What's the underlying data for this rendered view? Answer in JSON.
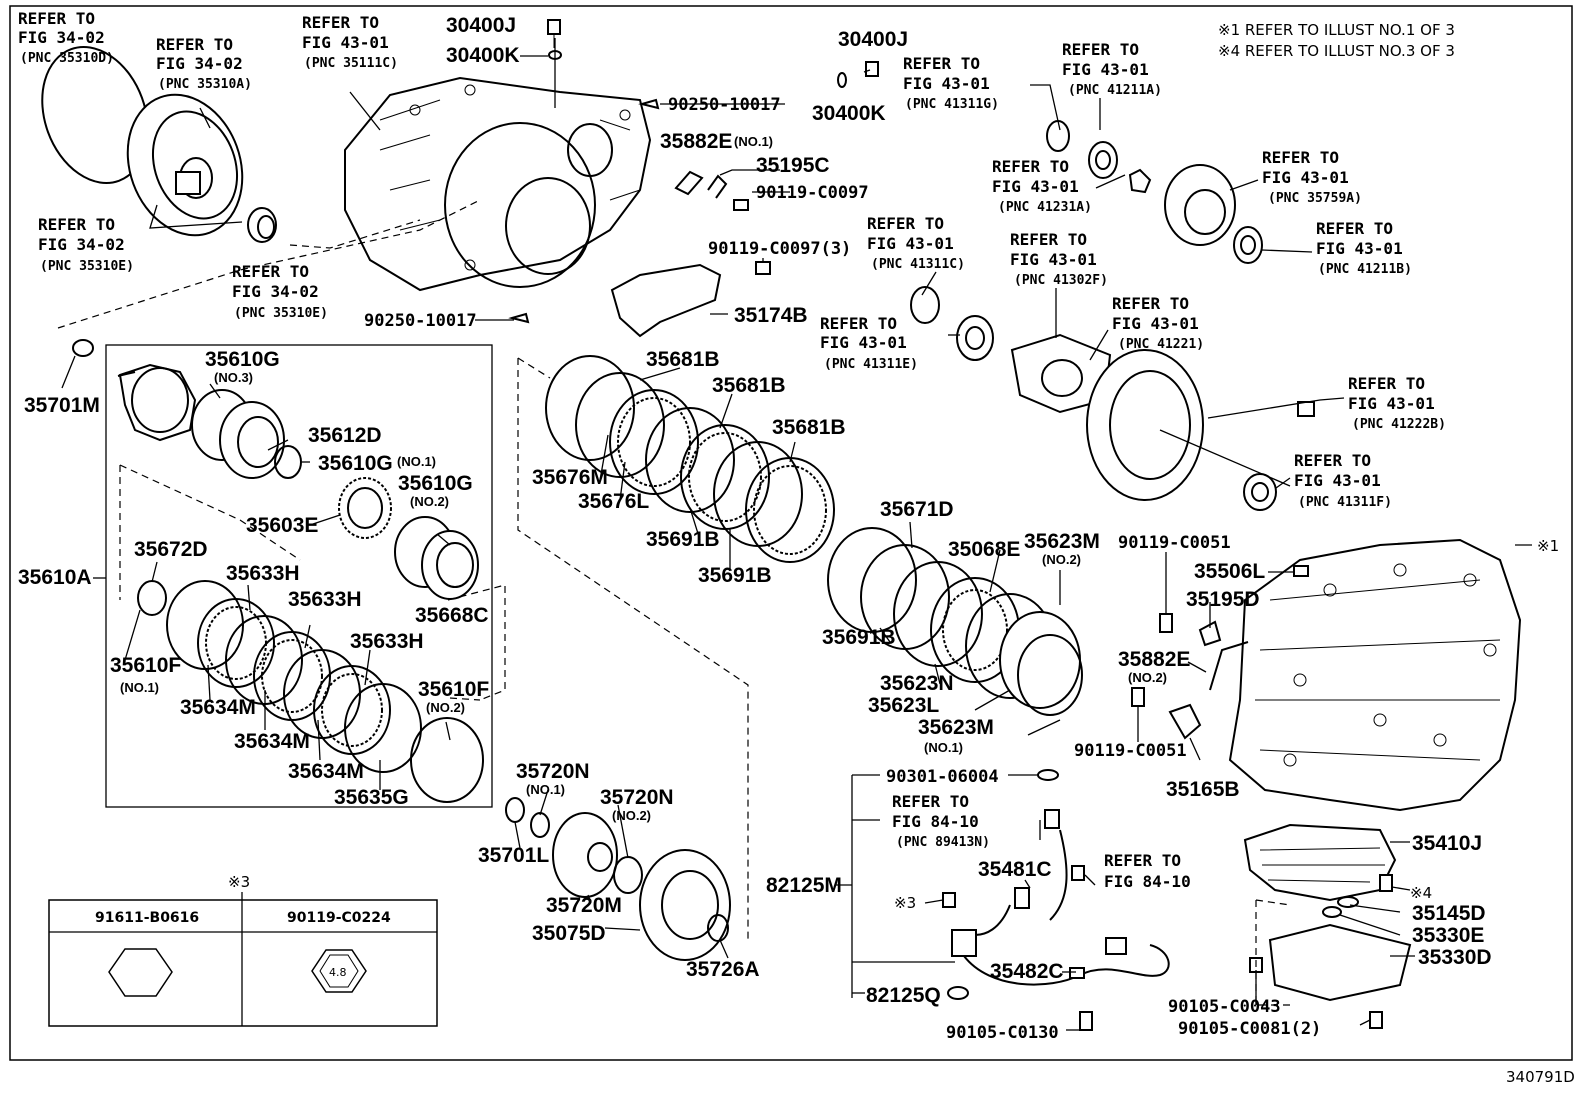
{
  "notes": {
    "n1": "※1 REFER TO ILLUST NO.1 OF 3",
    "n4": "※4 REFER TO ILLUST NO.3 OF 3",
    "side_marker": "※1",
    "diagram_id": "340791D"
  },
  "refs": [
    {
      "l1": "REFER TO",
      "l2": "FIG 34-02",
      "l3": "(PNC 35310D)"
    },
    {
      "l1": "REFER TO",
      "l2": "FIG 34-02",
      "l3": "(PNC 35310A)"
    },
    {
      "l1": "REFER TO",
      "l2": "FIG 43-01",
      "l3": "(PNC 35111C)"
    },
    {
      "l1": "REFER TO",
      "l2": "FIG 34-02",
      "l3": "(PNC 35310E)"
    },
    {
      "l1": "REFER TO",
      "l2": "FIG 34-02",
      "l3": "(PNC 35310E)"
    },
    {
      "l1": "REFER TO",
      "l2": "FIG 43-01",
      "l3": "(PNC 41311G)"
    },
    {
      "l1": "REFER TO",
      "l2": "FIG 43-01",
      "l3": "(PNC 41211A)"
    },
    {
      "l1": "REFER TO",
      "l2": "FIG 43-01",
      "l3": "(PNC 41231A)"
    },
    {
      "l1": "REFER TO",
      "l2": "FIG 43-01",
      "l3": "(PNC 35759A)"
    },
    {
      "l1": "REFER TO",
      "l2": "FIG 43-01",
      "l3": "(PNC 41211B)"
    },
    {
      "l1": "REFER TO",
      "l2": "FIG 43-01",
      "l3": "(PNC 41311C)"
    },
    {
      "l1": "REFER TO",
      "l2": "FIG 43-01",
      "l3": "(PNC 41302F)"
    },
    {
      "l1": "REFER TO",
      "l2": "FIG 43-01",
      "l3": "(PNC 41311E)"
    },
    {
      "l1": "REFER TO",
      "l2": "FIG 43-01",
      "l3": "(PNC 41221)"
    },
    {
      "l1": "REFER TO",
      "l2": "FIG 43-01",
      "l3": "(PNC 41222B)"
    },
    {
      "l1": "REFER TO",
      "l2": "FIG 43-01",
      "l3": "(PNC 41311F)"
    },
    {
      "l1": "REFER TO",
      "l2": "FIG 84-10",
      "l3": "(PNC 89413N)"
    },
    {
      "l1": "REFER TO",
      "l2": "FIG 84-10",
      "l3": ""
    }
  ],
  "parts": {
    "p30400J_a": "30400J",
    "p30400K_a": "30400K",
    "p30400J_b": "30400J",
    "p30400K_b": "30400K",
    "p90250_a": "90250-10017",
    "p90250_b": "90250-10017",
    "p35882E_1": "35882E",
    "p35882E_1s": "(NO.1)",
    "p35195C": "35195C",
    "p90119_0097": "90119-C0097",
    "p90119_0097_3": "90119-C0097(3)",
    "p35174B": "35174B",
    "p35701M": "35701M",
    "p35610G_3": "35610G",
    "p35610G_3s": "(NO.3)",
    "p35612D": "35612D",
    "p35610G_1": "35610G",
    "p35610G_1s": "(NO.1)",
    "p35610G_2": "35610G",
    "p35610G_2s": "(NO.2)",
    "p35603E": "35603E",
    "p35668C": "35668C",
    "p35672D": "35672D",
    "p35633H_a": "35633H",
    "p35633H_b": "35633H",
    "p35633H_c": "35633H",
    "p35610A": "35610A",
    "p35610F_1": "35610F",
    "p35610F_1s": "(NO.1)",
    "p35610F_2": "35610F",
    "p35610F_2s": "(NO.2)",
    "p35634M_a": "35634M",
    "p35634M_b": "35634M",
    "p35634M_c": "35634M",
    "p35635G": "35635G",
    "p35681B_a": "35681B",
    "p35681B_b": "35681B",
    "p35681B_c": "35681B",
    "p35676M": "35676M",
    "p35676L": "35676L",
    "p35691B_a": "35691B",
    "p35691B_b": "35691B",
    "p35671D": "35671D",
    "p35068E": "35068E",
    "p35623M_2": "35623M",
    "p35623M_2s": "(NO.2)",
    "p35691B_c": "35691B",
    "p35623N": "35623N",
    "p35623L": "35623L",
    "p35623M_1": "35623M",
    "p35623M_1s": "(NO.1)",
    "p35720N_1": "35720N",
    "p35720N_1s": "(NO.1)",
    "p35720N_2": "35720N",
    "p35720N_2s": "(NO.2)",
    "p35701L": "35701L",
    "p35720M": "35720M",
    "p35075D": "35075D",
    "p35726A": "35726A",
    "p90119_0051_a": "90119-C0051",
    "p35506L": "35506L",
    "p35195D": "35195D",
    "p35882E_2": "35882E",
    "p35882E_2s": "(NO.2)",
    "p90119_0051_b": "90119-C0051",
    "p35165B": "35165B",
    "p90301": "90301-06004",
    "p82125M": "82125M",
    "p35481C": "35481C",
    "p35482C": "35482C",
    "p82125Q": "82125Q",
    "p90105_0130": "90105-C0130",
    "p35410J": "35410J",
    "p35145D": "35145D",
    "p35330E": "35330E",
    "p35330D": "35330D",
    "p90105_0043": "90105-C0043",
    "p90105_0081": "90105-C0081(2)",
    "x3a": "※3",
    "x4": "※4"
  },
  "table": {
    "marker": "※3",
    "col1": "91611-B0616",
    "col2": "90119-C0224",
    "bolt_mark": "4.8"
  }
}
